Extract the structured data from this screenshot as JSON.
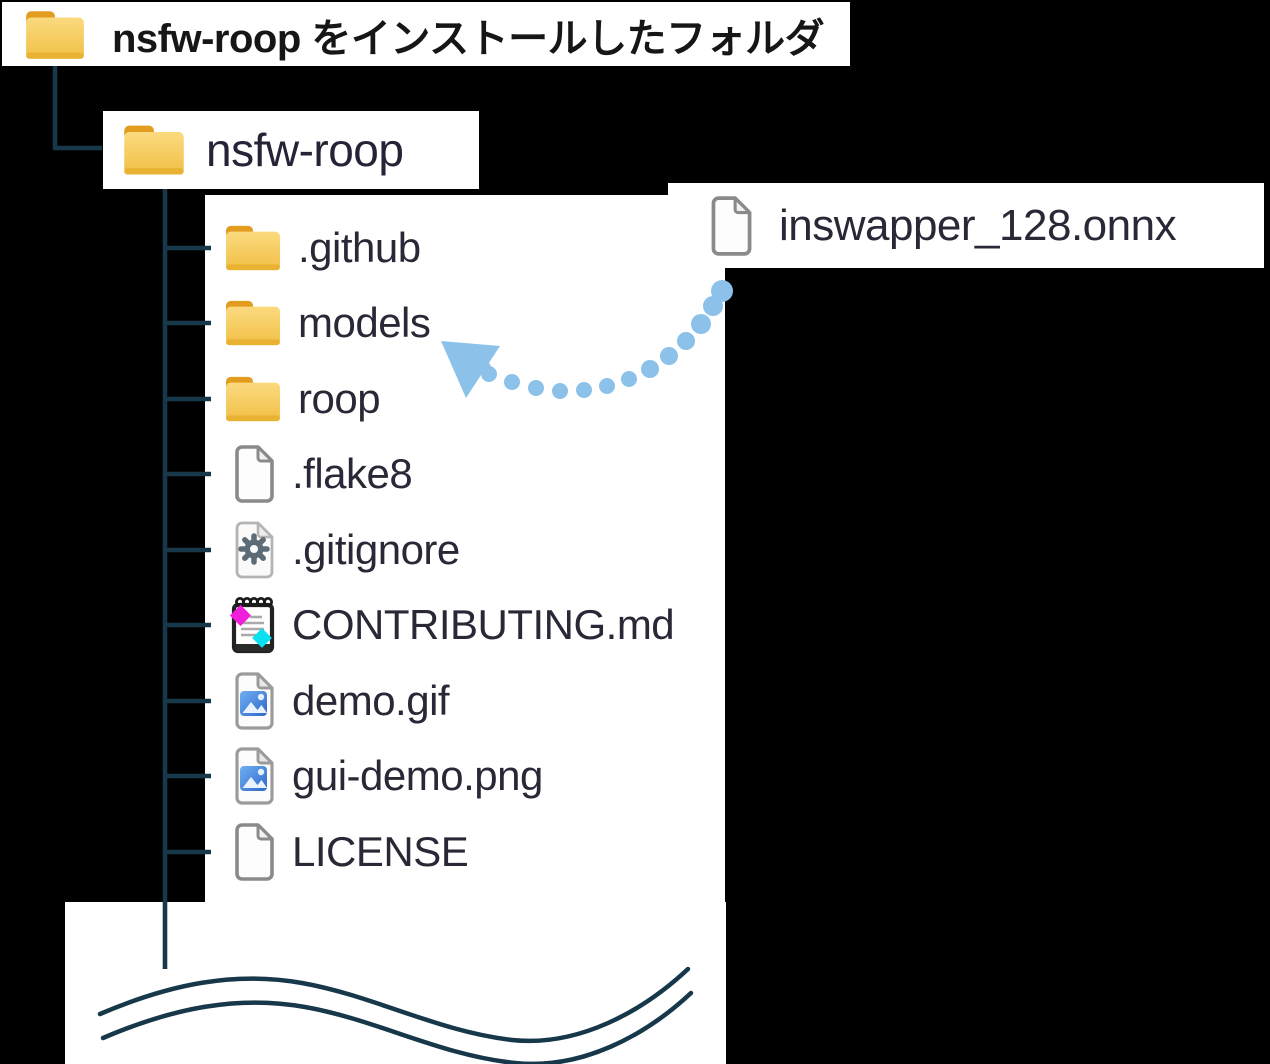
{
  "title_box": {
    "label": "nsfw-roop をインストールしたフォルダ"
  },
  "repo_box": {
    "label": "nsfw-roop"
  },
  "onnx_box": {
    "label": "inswapper_128.onnx"
  },
  "tree": {
    "items": [
      {
        "label": ".github",
        "icon": "folder-icon"
      },
      {
        "label": "models",
        "icon": "folder-icon"
      },
      {
        "label": "roop",
        "icon": "folder-icon"
      },
      {
        "label": ".flake8",
        "icon": "file-icon"
      },
      {
        "label": ".gitignore",
        "icon": "gear-file-icon"
      },
      {
        "label": "CONTRIBUTING.md",
        "icon": "notepad-file-icon"
      },
      {
        "label": "demo.gif",
        "icon": "image-file-icon"
      },
      {
        "label": "gui-demo.png",
        "icon": "image-file-icon"
      },
      {
        "label": "LICENSE",
        "icon": "file-icon"
      }
    ]
  },
  "annotation": {
    "arrow_from": "inswapper_128.onnx",
    "arrow_to": "models"
  },
  "colors": {
    "background": "#000000",
    "panel": "#ffffff",
    "connector": "#16384a",
    "arrow_blue": "#8cc2e9",
    "folder_yellow": "#f1bf45",
    "folder_tab": "#e29c20",
    "text_ink": "#2a2836",
    "title_ink": "#161616"
  }
}
